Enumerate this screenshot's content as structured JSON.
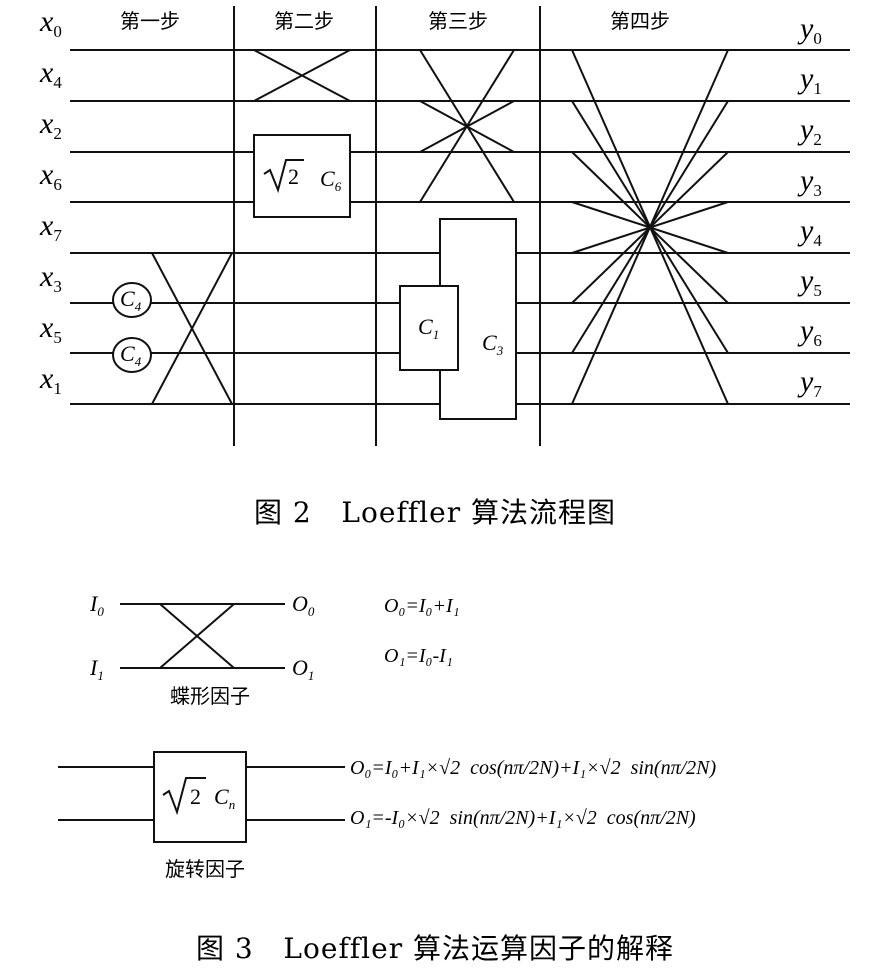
{
  "figure2": {
    "steps": [
      "第一步",
      "第二步",
      "第三步",
      "第四步"
    ],
    "inputs": [
      {
        "base": "x",
        "sub": "0"
      },
      {
        "base": "x",
        "sub": "4"
      },
      {
        "base": "x",
        "sub": "2"
      },
      {
        "base": "x",
        "sub": "6"
      },
      {
        "base": "x",
        "sub": "7"
      },
      {
        "base": "x",
        "sub": "3"
      },
      {
        "base": "x",
        "sub": "5"
      },
      {
        "base": "x",
        "sub": "1"
      }
    ],
    "outputs": [
      {
        "base": "y",
        "sub": "0"
      },
      {
        "base": "y",
        "sub": "1"
      },
      {
        "base": "y",
        "sub": "2"
      },
      {
        "base": "y",
        "sub": "3"
      },
      {
        "base": "y",
        "sub": "4"
      },
      {
        "base": "y",
        "sub": "5"
      },
      {
        "base": "y",
        "sub": "6"
      },
      {
        "base": "y",
        "sub": "7"
      }
    ],
    "rotator_c6": {
      "radical": "2",
      "base": "C",
      "sub": "6"
    },
    "box_c1": {
      "base": "C",
      "sub": "1"
    },
    "box_c3": {
      "base": "C",
      "sub": "3"
    },
    "mult_c4": {
      "base": "C",
      "sub": "4"
    },
    "caption": "图 2   Loeffler 算法流程图"
  },
  "figure3": {
    "butterfly": {
      "in0": {
        "base": "I",
        "sub": "0"
      },
      "in1": {
        "base": "I",
        "sub": "1"
      },
      "out0": {
        "base": "O",
        "sub": "0"
      },
      "out1": {
        "base": "O",
        "sub": "1"
      },
      "eq0": "O₀=I₀+I₁",
      "eq1": "O₁=I₀-I₁",
      "label": "蝶形因子"
    },
    "rotation": {
      "radical": "2",
      "base": "C",
      "sub": "n",
      "eq0": "O₀=I₀+I₁×√2  cos(nπ/2N)+I₁×√2  sin(nπ/2N)",
      "eq1": "O₁=-I₀×√2  sin(nπ/2N)+I₁×√2  cos(nπ/2N)",
      "label": "旋转因子"
    },
    "caption": "图 3   Loeffler 算法运算因子的解释"
  }
}
